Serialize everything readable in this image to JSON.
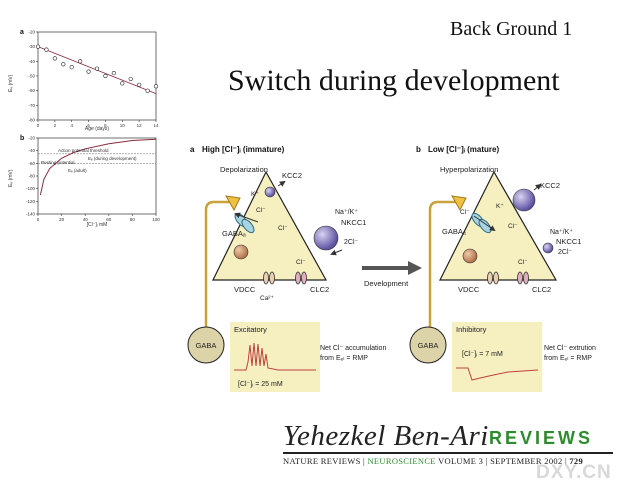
{
  "slide": {
    "label": "Back Ground 1",
    "title": "Switch during development"
  },
  "graph_a": {
    "panel_letter": "a",
    "ylabel": "Eₑ (mV)",
    "xlabel": "Age (days)",
    "yticks": [
      "-20",
      "-30",
      "-40",
      "-50",
      "-60",
      "-70",
      "-80"
    ],
    "xticks": [
      "0",
      "2",
      "4",
      "6",
      "8",
      "10",
      "12",
      "14"
    ]
  },
  "graph_b": {
    "panel_letter": "b",
    "ylabel": "Eₑ (mV)",
    "xlabel": "[Cl⁻]ᵢ mM",
    "yticks": [
      "-20",
      "-40",
      "-60",
      "-80",
      "-100",
      "-120",
      "-140"
    ],
    "xticks": [
      "0",
      "20",
      "40",
      "60",
      "80",
      "100"
    ],
    "annotations": [
      "Action potential threshold",
      "Resting potential",
      "Eₑ (during development)",
      "Eₑ (adult)"
    ]
  },
  "chart_data": [
    {
      "type": "scatter",
      "xlabel": "Age (days)",
      "ylabel": "E (mV)",
      "xlim": [
        0,
        14
      ],
      "ylim": [
        -80,
        -20
      ],
      "x": [
        0,
        1,
        2,
        3,
        4,
        5,
        6,
        7,
        8,
        9,
        10,
        11,
        12,
        13,
        14
      ],
      "y": [
        -30,
        -32,
        -38,
        -42,
        -44,
        -40,
        -47,
        -45,
        -50,
        -48,
        -55,
        -52,
        -56,
        -60,
        -57
      ],
      "trend": [
        [
          0,
          -30
        ],
        [
          14,
          -62
        ]
      ]
    },
    {
      "type": "line",
      "xlabel": "[Cl⁻]ᵢ mM",
      "ylabel": "E (mV)",
      "xlim": [
        0,
        100
      ],
      "ylim": [
        -140,
        -20
      ],
      "series": [
        {
          "name": "Eₑ (during development)",
          "x": [
            2,
            5,
            10,
            20,
            30,
            40,
            60,
            80,
            100
          ],
          "y": [
            -110,
            -85,
            -68,
            -52,
            -43,
            -37,
            -29,
            -24,
            -22
          ]
        }
      ],
      "threshold": -45,
      "resting": -60
    }
  ],
  "panel_immature": {
    "heading_letter": "a",
    "heading": "High [Cl⁻]ᵢ (immature)",
    "state": "Depolarization",
    "kcc2": "KCC2",
    "k_ion": "K⁺",
    "cl_ion": "Cl⁻",
    "gaba_a": "GABAₐ",
    "nkcc1_ions": "Na⁺/K⁺",
    "nkcc1": "NKCC1",
    "two_cl": "2Cl⁻",
    "vdcc": "VDCC",
    "clc2": "CLC2",
    "ca": "Ca²⁺",
    "gaba": "GABA",
    "effect": "Excitatory",
    "conc": "[Cl⁻]ᵢ = 25 mM",
    "note_line1": "Net Cl⁻ accumulation",
    "note_line2": "from Eₑₗ = RMP"
  },
  "arrow_label": "Development",
  "panel_mature": {
    "heading_letter": "b",
    "heading": "Low [Cl⁻]ᵢ (mature)",
    "state": "Hyperpolarization",
    "kcc2": "KCC2",
    "k_ion": "K⁺",
    "cl_ion": "Cl⁻",
    "gaba_a": "GABAₐ",
    "nkcc1_ions": "Na⁺/K⁺",
    "nkcc1": "NKCC1",
    "two_cl": "2Cl⁻",
    "vdcc": "VDCC",
    "clc2": "CLC2",
    "gaba": "GABA",
    "effect": "Inhibitory",
    "conc": "[Cl⁻]ᵢ = 7 mM",
    "note_line1": "Net Cl⁻ extrution",
    "note_line2": "from Eₑₗ = RMP"
  },
  "footer": {
    "author": "Yehezkel Ben-Ari",
    "reviews": "REVIEWS",
    "journal": "NATURE REVIEWS",
    "section": "NEUROSCIENCE",
    "volume": "VOLUME 3",
    "date": "SEPTEMBER 2002",
    "page": "729",
    "watermark": "DXY.CN"
  },
  "colors": {
    "accent_green": "#2d8a2d",
    "cell_fill": "#f6efc0",
    "axon": "#c9a23a",
    "curve": "#8a2a3a"
  }
}
